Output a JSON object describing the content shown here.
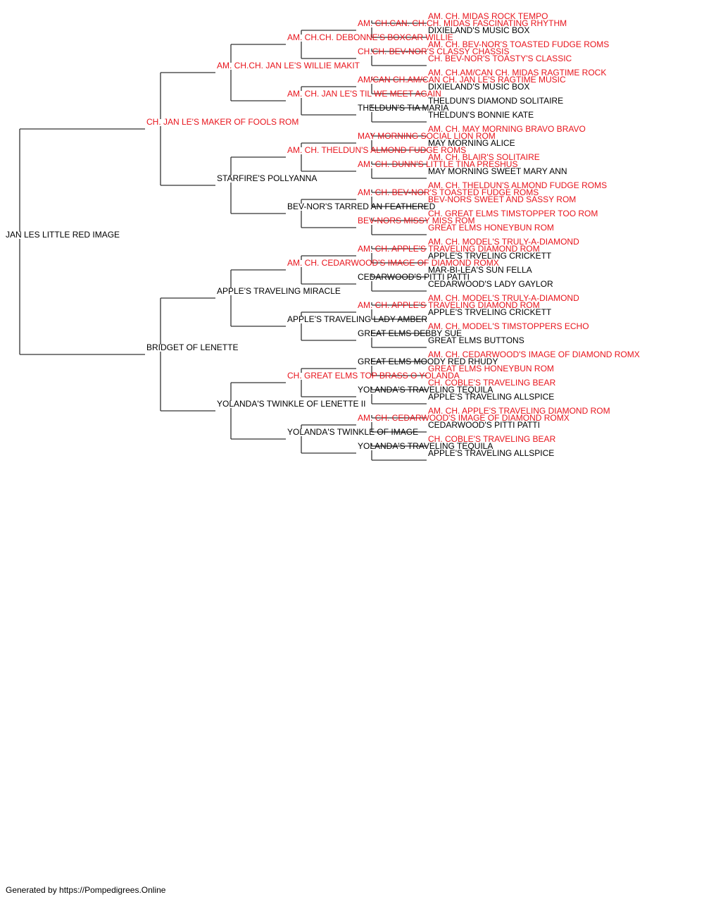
{
  "colors": {
    "champion": "#e8141c",
    "regular": "#000000",
    "line": "#333333"
  },
  "pedigree": [
    {
      "name": "JAN LES LITTLE RED IMAGE",
      "champion": false
    },
    {
      "name": "CH. JAN LE'S MAKER OF FOOLS ROM",
      "champion": true
    },
    {
      "name": "BRIDGET OF LENETTE",
      "champion": false
    },
    {
      "name": "AM. CH.CH. JAN LE'S WILLIE MAKIT",
      "champion": true
    },
    {
      "name": "STARFIRE'S POLLYANNA",
      "champion": false
    },
    {
      "name": "APPLE'S TRAVELING MIRACLE",
      "champion": false
    },
    {
      "name": "YOLANDA'S TWINKLE OF LENETTE II",
      "champion": false
    },
    {
      "name": "AM. CH.CH. DEBONNE'S BOXCAR WILLIE",
      "champion": true
    },
    {
      "name": "AM. CH. JAN LE'S TIL WE MEET AGAIN",
      "champion": true
    },
    {
      "name": "AM. CH. THELDUN'S ALMOND FUDGE ROMS",
      "champion": true
    },
    {
      "name": "BEV-NOR'S TARRED AN FEATHERED",
      "champion": false
    },
    {
      "name": "AM. CH. CEDARWOOD'S IMAGE OF DIAMOND ROMX",
      "champion": true
    },
    {
      "name": "APPLE'S TRAVELING LADY AMBER",
      "champion": false
    },
    {
      "name": "CH. GREAT ELMS TOP BRASS O YOLANDA",
      "champion": true
    },
    {
      "name": "YOLANDA'S TWINKLE OF IMAGE",
      "champion": false
    },
    {
      "name": "AM. CH.CAN. CH.CH. MIDAS FASCINATING RHYTHM",
      "champion": true
    },
    {
      "name": "CH.CH. BEV-NOR'S CLASSY CHASSIS",
      "champion": true
    },
    {
      "name": "AM/CAN CH.AM/CAN CH. JAN LE'S RAGTIME MUSIC",
      "champion": true
    },
    {
      "name": "THELDUN'S TIA MARIA",
      "champion": false
    },
    {
      "name": "MAY MORNING SOCIAL LION ROM",
      "champion": true
    },
    {
      "name": "AM. CH. DUNN'S LITTLE TINA PRESHUS",
      "champion": true
    },
    {
      "name": "AM. CH. BEV-NOR'S TOASTED FUDGE ROMS",
      "champion": true
    },
    {
      "name": "BEV-NORS MISSY MISS ROM",
      "champion": true
    },
    {
      "name": "AM. CH. APPLE'S TRAVELING DIAMOND ROM",
      "champion": true
    },
    {
      "name": "CEDARWOOD'S PITTI PATTI",
      "champion": false
    },
    {
      "name": "AM. CH. APPLE'S TRAVELING DIAMOND ROM",
      "champion": true
    },
    {
      "name": "GREAT ELMS DEBBY SUE",
      "champion": false
    },
    {
      "name": "GREAT ELMS MOODY RED RHUDY",
      "champion": false
    },
    {
      "name": "YOLANDA'S TRAVELING TEQUILA",
      "champion": false
    },
    {
      "name": "AM. CH. CEDARWOOD'S IMAGE OF DIAMOND ROMX",
      "champion": true
    },
    {
      "name": "YOLANDA'S TRAVELING TEQUILA",
      "champion": false
    },
    {
      "name": "AM. CH. MIDAS ROCK TEMPO",
      "champion": true
    },
    {
      "name": "DIXIELAND'S MUSIC BOX",
      "champion": false
    },
    {
      "name": "AM. CH. BEV-NOR'S TOASTED FUDGE ROMS",
      "champion": true
    },
    {
      "name": "CH. BEV-NOR'S TOASTY'S CLASSIC",
      "champion": true
    },
    {
      "name": "AM. CH.AM/CAN CH. MIDAS RAGTIME ROCK",
      "champion": true
    },
    {
      "name": "DIXIELAND'S MUSIC BOX",
      "champion": false
    },
    {
      "name": "THELDUN'S DIAMOND SOLITAIRE",
      "champion": false
    },
    {
      "name": "THELDUN'S BONNIE KATE",
      "champion": false
    },
    {
      "name": "AM. CH. MAY MORNING BRAVO BRAVO",
      "champion": true
    },
    {
      "name": "MAY MORNING ALICE",
      "champion": false
    },
    {
      "name": "AM. CH. BLAIR'S SOLITAIRE",
      "champion": true
    },
    {
      "name": "MAY MORNING SWEET MARY ANN",
      "champion": false
    },
    {
      "name": "AM. CH. THELDUN'S ALMOND FUDGE ROMS",
      "champion": true
    },
    {
      "name": "BEV-NORS SWEET AND SASSY ROM",
      "champion": true
    },
    {
      "name": "CH. GREAT ELMS TIMSTOPPER TOO ROM",
      "champion": true
    },
    {
      "name": "GREAT ELMS HONEYBUN ROM",
      "champion": true
    },
    {
      "name": "AM. CH. MODEL'S TRULY-A-DIAMOND",
      "champion": true
    },
    {
      "name": "APPLE'S TRVELING CRICKETT",
      "champion": false
    },
    {
      "name": "MAR-BI-LEA'S SUN FELLA",
      "champion": false
    },
    {
      "name": "CEDARWOOD'S LADY GAYLOR",
      "champion": false
    },
    {
      "name": "AM. CH. MODEL'S TRULY-A-DIAMOND",
      "champion": true
    },
    {
      "name": "APPLE'S TRVELING CRICKETT",
      "champion": false
    },
    {
      "name": "AM. CH. MODEL'S TIMSTOPPERS ECHO",
      "champion": true
    },
    {
      "name": "GREAT ELMS BUTTONS",
      "champion": false
    },
    {
      "name": "AM. CH. CEDARWOOD'S IMAGE OF DIAMOND ROMX",
      "champion": true
    },
    {
      "name": "GREAT ELMS HONEYBUN ROM",
      "champion": true
    },
    {
      "name": "CH. COBLE'S TRAVELING BEAR",
      "champion": true
    },
    {
      "name": "APPLE'S TRAVELING ALLSPICE",
      "champion": false
    },
    {
      "name": "AM. CH. APPLE'S TRAVELING DIAMOND ROM",
      "champion": true
    },
    {
      "name": "CEDARWOOD'S PITTI PATTI",
      "champion": false
    },
    {
      "name": "CH. COBLE'S TRAVELING BEAR",
      "champion": true
    },
    {
      "name": "APPLE'S TRAVELING ALLSPICE",
      "champion": false
    }
  ],
  "footer": "Generated by https://Pompedigrees.Online"
}
